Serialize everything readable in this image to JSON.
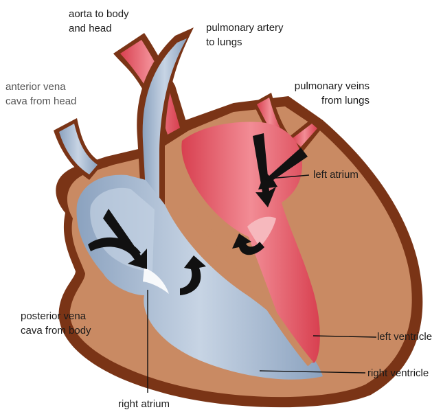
{
  "colors": {
    "oxygenated": "#e85a67",
    "oxygenated_light": "#f08a92",
    "deoxygenated": "#9db2cb",
    "deoxygenated_light": "#c3d1e2",
    "muscle": "#c98a63",
    "wall": "#7a3416",
    "arrow": "#111111"
  },
  "labels": {
    "aorta_line1": "aorta to body",
    "aorta_line2": "and head",
    "pulmonary_artery_line1": "pulmonary artery",
    "pulmonary_artery_line2": "to lungs",
    "anterior_vena_line1": "anterior vena",
    "anterior_vena_line2": "cava from head",
    "pulmonary_veins_line1": "pulmonary veins",
    "pulmonary_veins_line2": "from lungs",
    "left_atrium": "left atrium",
    "posterior_vena_line1": "posterior vena",
    "posterior_vena_line2": "cava from body",
    "left_ventricle": "left ventricle",
    "right_ventricle": "right ventricle",
    "right_atrium": "right atrium"
  }
}
